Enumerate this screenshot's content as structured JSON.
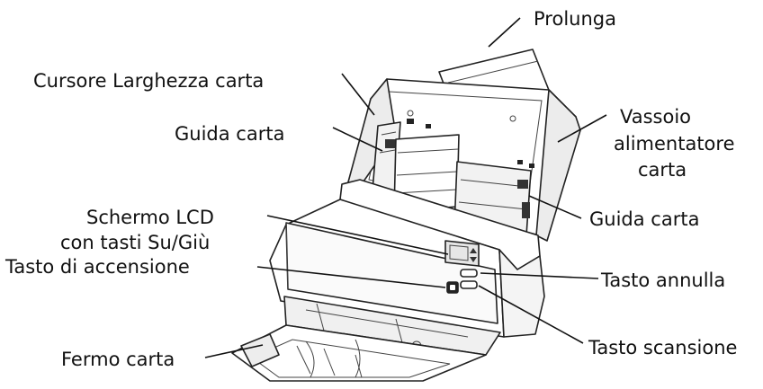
{
  "labels": {
    "extension": "Prolunga",
    "paper_width_slider": "Cursore Larghezza carta",
    "paper_guide_left": "Guida carta",
    "feeder_tray_line1": "Vassoio",
    "feeder_tray_line2": "alimentatore",
    "feeder_tray_line3": "carta",
    "lcd_line1": "Schermo LCD",
    "lcd_line2": "con tasti Su/Giù",
    "power_button": "Tasto di accensione",
    "paper_guide_right": "Guida carta",
    "cancel_button": "Tasto annulla",
    "scan_button": "Tasto scansione",
    "paper_stopper": "Fermo carta"
  }
}
